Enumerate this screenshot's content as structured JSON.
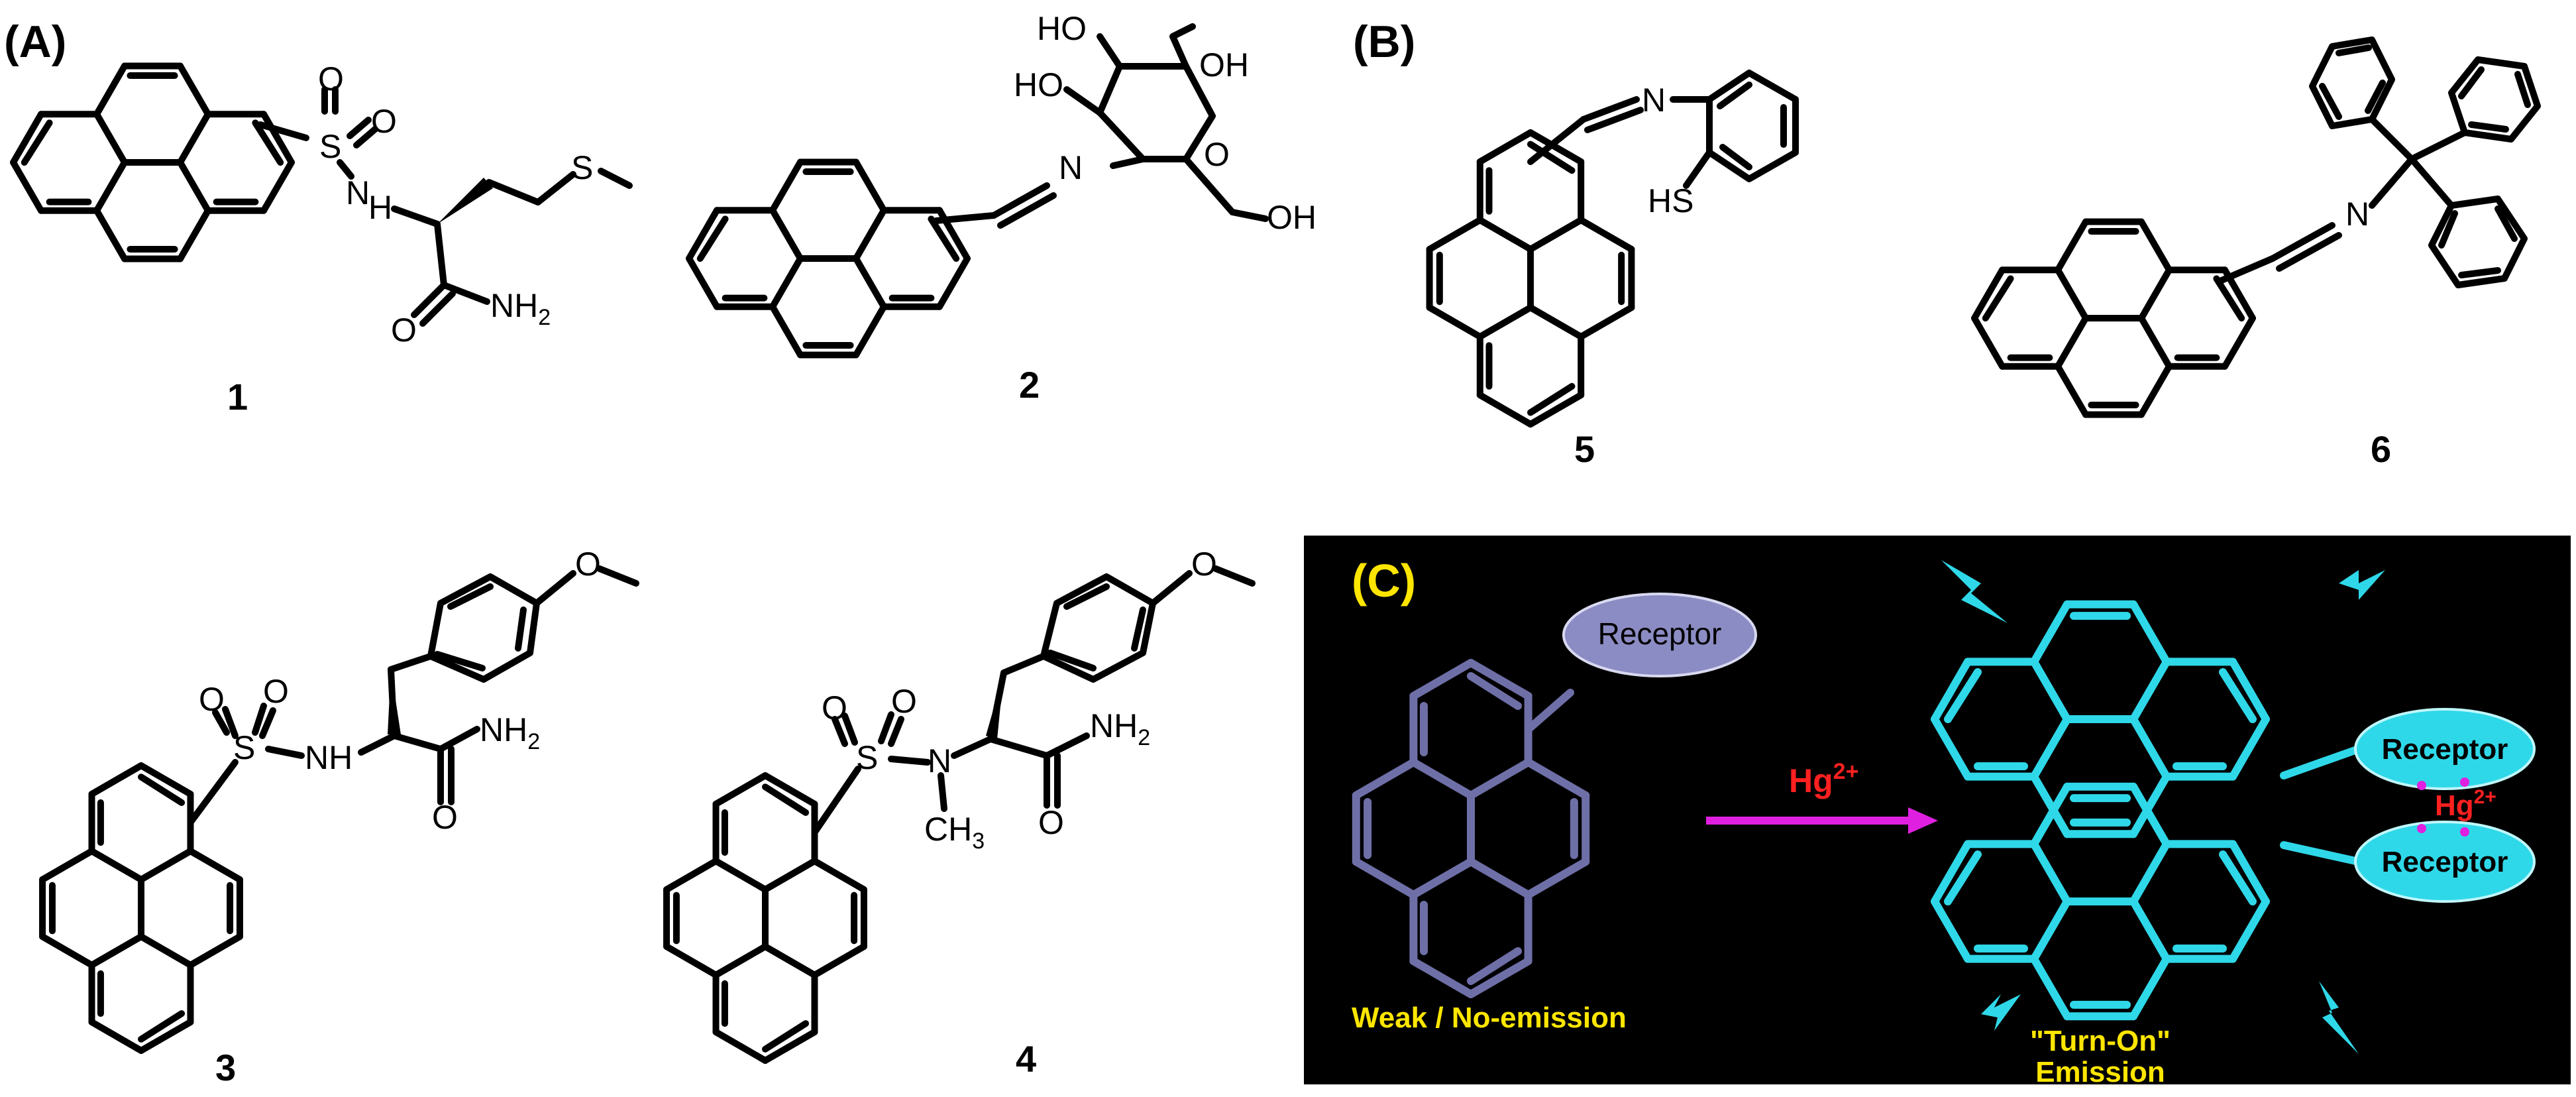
{
  "panels": {
    "a": {
      "label": "(A)"
    },
    "b": {
      "label": "(B)"
    },
    "c": {
      "label": "(C)"
    }
  },
  "compounds": [
    {
      "number": "1"
    },
    {
      "number": "2"
    },
    {
      "number": "3"
    },
    {
      "number": "4"
    },
    {
      "number": "5"
    },
    {
      "number": "6"
    }
  ],
  "atoms": {
    "s": "S",
    "o": "O",
    "n": "N",
    "h": "H",
    "nh": "NH",
    "nh2_main": "NH",
    "nh2_sub": "2",
    "ch3_main": "CH",
    "ch3_sub": "3",
    "oh": "OH",
    "ho": "HO",
    "hs": "HS"
  },
  "mechanism": {
    "receptor_label": "Receptor",
    "ion_main": "Hg",
    "ion_charge": "2+",
    "weak_caption": "Weak / No-emission",
    "turn_on_line1": "\"Turn-On\"",
    "turn_on_line2": "Emission",
    "colors": {
      "background": "#000000",
      "free_probe": "#6f6fa8",
      "complex": "#2fd8e8",
      "arrow": "#e020e0",
      "ion": "#ff2020",
      "caption": "#ffe600",
      "panel_label": "#ffe600"
    }
  }
}
